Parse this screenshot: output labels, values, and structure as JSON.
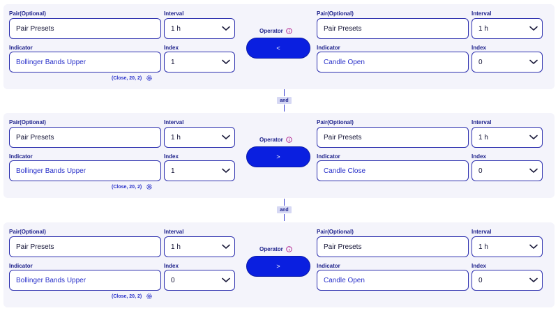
{
  "labels": {
    "pair": "Pair(Optional)",
    "interval": "Interval",
    "indicator": "Indicator",
    "index": "Index",
    "operator": "Operator"
  },
  "connector": "and",
  "icons": {
    "chevron": "chevron-down-icon",
    "gear": "gear-icon",
    "info": "info-icon"
  },
  "colors": {
    "accent": "#0a1fe0",
    "border": "#2c2fae",
    "panel_bg": "#f4f4fb",
    "label": "#1b1f8a",
    "info_icon": "#b01a8a"
  },
  "conditions": [
    {
      "left": {
        "pair": "Pair Presets",
        "interval": "1 h",
        "indicator": "Bollinger Bands Upper",
        "index": "1",
        "params": "(Close, 20, 2)"
      },
      "operator": "<",
      "right": {
        "pair": "Pair Presets",
        "interval": "1 h",
        "indicator": "Candle Open",
        "index": "0"
      }
    },
    {
      "left": {
        "pair": "Pair Presets",
        "interval": "1 h",
        "indicator": "Bollinger Bands Upper",
        "index": "1",
        "params": "(Close, 20, 2)"
      },
      "operator": ">",
      "right": {
        "pair": "Pair Presets",
        "interval": "1 h",
        "indicator": "Candle Close",
        "index": "0"
      }
    },
    {
      "left": {
        "pair": "Pair Presets",
        "interval": "1 h",
        "indicator": "Bollinger Bands Upper",
        "index": "0",
        "params": "(Close, 20, 2)"
      },
      "operator": ">",
      "right": {
        "pair": "Pair Presets",
        "interval": "1 h",
        "indicator": "Candle Open",
        "index": "0"
      }
    }
  ]
}
